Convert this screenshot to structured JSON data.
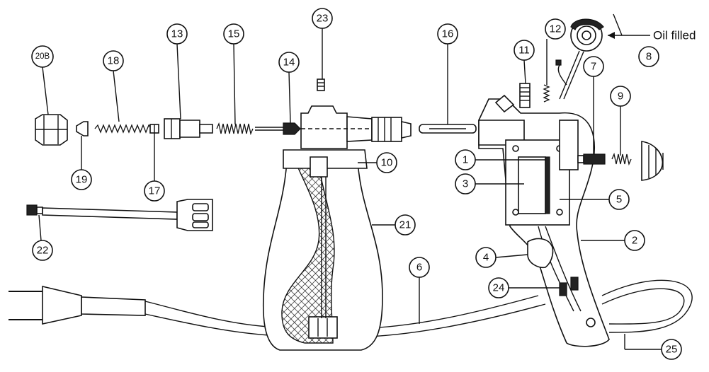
{
  "diagram": {
    "annotation": "Oil filled",
    "callouts": [
      {
        "id": "c20b",
        "label": "20B"
      },
      {
        "id": "c18",
        "label": "18"
      },
      {
        "id": "c13",
        "label": "13"
      },
      {
        "id": "c15",
        "label": "15"
      },
      {
        "id": "c23",
        "label": "23"
      },
      {
        "id": "c14",
        "label": "14"
      },
      {
        "id": "c16",
        "label": "16"
      },
      {
        "id": "c11",
        "label": "11"
      },
      {
        "id": "c12",
        "label": "12"
      },
      {
        "id": "c7",
        "label": "7"
      },
      {
        "id": "c8",
        "label": "8"
      },
      {
        "id": "c9",
        "label": "9"
      },
      {
        "id": "c19",
        "label": "19"
      },
      {
        "id": "c17",
        "label": "17"
      },
      {
        "id": "c10",
        "label": "10"
      },
      {
        "id": "c1",
        "label": "1"
      },
      {
        "id": "c3",
        "label": "3"
      },
      {
        "id": "c5",
        "label": "5"
      },
      {
        "id": "c21",
        "label": "21"
      },
      {
        "id": "c2",
        "label": "2"
      },
      {
        "id": "c22",
        "label": "22"
      },
      {
        "id": "c4",
        "label": "4"
      },
      {
        "id": "c6",
        "label": "6"
      },
      {
        "id": "c24",
        "label": "24"
      },
      {
        "id": "c25",
        "label": "25"
      }
    ]
  }
}
